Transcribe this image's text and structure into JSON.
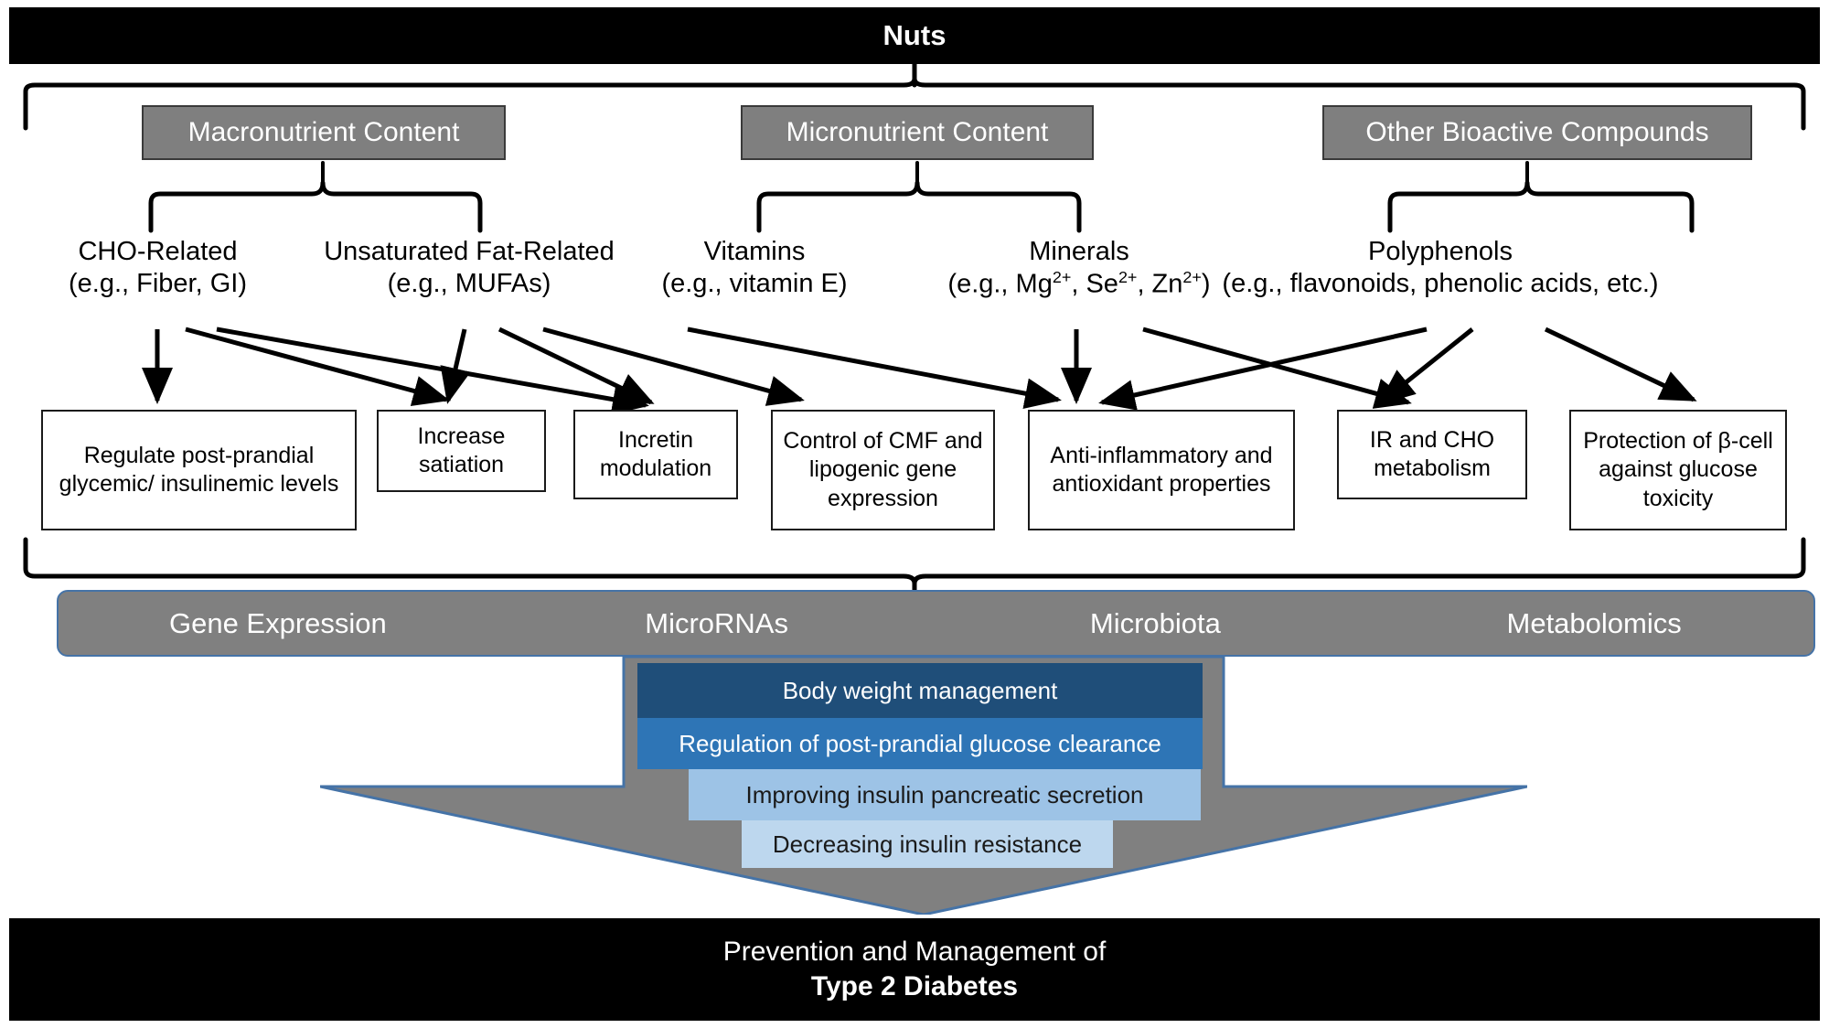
{
  "title": "Nuts",
  "categories": [
    {
      "label": "Macronutrient Content"
    },
    {
      "label": "Micronutrient Content"
    },
    {
      "label": "Other Bioactive Compounds"
    }
  ],
  "components": [
    {
      "name": "CHO-Related",
      "example": "(e.g., Fiber, GI)"
    },
    {
      "name": "Unsaturated Fat-Related",
      "example": "(e.g., MUFAs)"
    },
    {
      "name": "Vitamins",
      "example": "(e.g., vitamin E)"
    },
    {
      "name": "Minerals",
      "example": "(e.g., Mg2+, Se2+, Zn2+)"
    },
    {
      "name": "Polyphenols",
      "example": "(e.g., flavonoids, phenolic acids, etc.)"
    }
  ],
  "mechanisms": [
    {
      "text": "Regulate post-prandial glycemic/ insulinemic levels"
    },
    {
      "text": "Increase satiation"
    },
    {
      "text": "Incretin modulation"
    },
    {
      "text": "Control of CMF and lipogenic gene expression"
    },
    {
      "text": "Anti-inflammatory and antioxidant properties"
    },
    {
      "text": "IR and CHO metabolism"
    },
    {
      "text": "Protection of β-cell against glucose toxicity"
    }
  ],
  "omics": [
    {
      "label": "Gene Expression"
    },
    {
      "label": "MicroRNAs"
    },
    {
      "label": "Microbiota"
    },
    {
      "label": "Metabolomics"
    }
  ],
  "benefits": [
    {
      "label": "Body weight management"
    },
    {
      "label": "Regulation of post-prandial glucose clearance"
    },
    {
      "label": "Improving insulin pancreatic secretion"
    },
    {
      "label": "Decreasing insulin resistance"
    }
  ],
  "outcome": {
    "line1": "Prevention and Management of",
    "line2": "Type 2 Diabetes"
  },
  "colors": {
    "banner": "#000000",
    "category_box": "#7f7f7f",
    "omics_bar": "#808080",
    "omics_border": "#4573a7",
    "arrow_gray": "#808080",
    "benefit_1": "#1f4e79",
    "benefit_2": "#2e75b6",
    "benefit_3": "#9dc3e6",
    "benefit_4": "#bdd7ee",
    "text_light": "#ffffff",
    "text_dark": "#000000"
  }
}
